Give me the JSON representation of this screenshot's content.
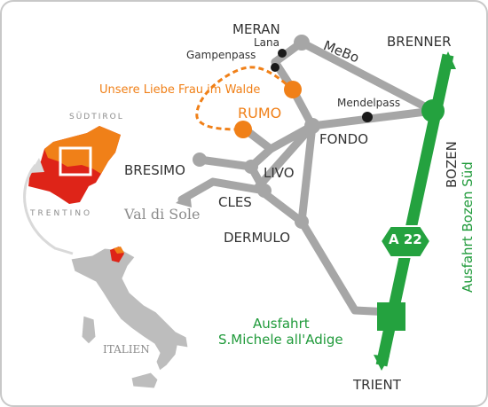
{
  "map": {
    "places": {
      "meran": "MERAN",
      "lana": "Lana",
      "gampenpass": "Gampenpass",
      "unsere_liebe_frau": "Unsere Liebe Frau im Walde",
      "rumo": "RUMO",
      "mendelpass": "Mendelpass",
      "fondo": "FONDO",
      "bresimo": "BRESIMO",
      "livo": "LIVO",
      "cles": "CLES",
      "dermulo": "DERMULO",
      "val_di_sole": "Val di Sole",
      "brenner": "BRENNER",
      "mebo": "MeBo",
      "bozen": "BOZEN",
      "ausfahrt_bozen_sued": "Ausfahrt Bozen Süd",
      "trient": "TRIENT",
      "ausfahrt_line1": "Ausfahrt",
      "ausfahrt_line2": "S.Michele all'Adige",
      "a22": "A 22"
    },
    "inset": {
      "suedtirol": "SÜDTIROL",
      "trentino": "TRENTINO",
      "italien": "ITALIEN"
    },
    "colors": {
      "road": "#a6a6a6",
      "motorway": "#24a23f",
      "highlight": "#f08018",
      "trentino_red": "#de2418",
      "pass_dot": "#1a1a1a"
    }
  }
}
